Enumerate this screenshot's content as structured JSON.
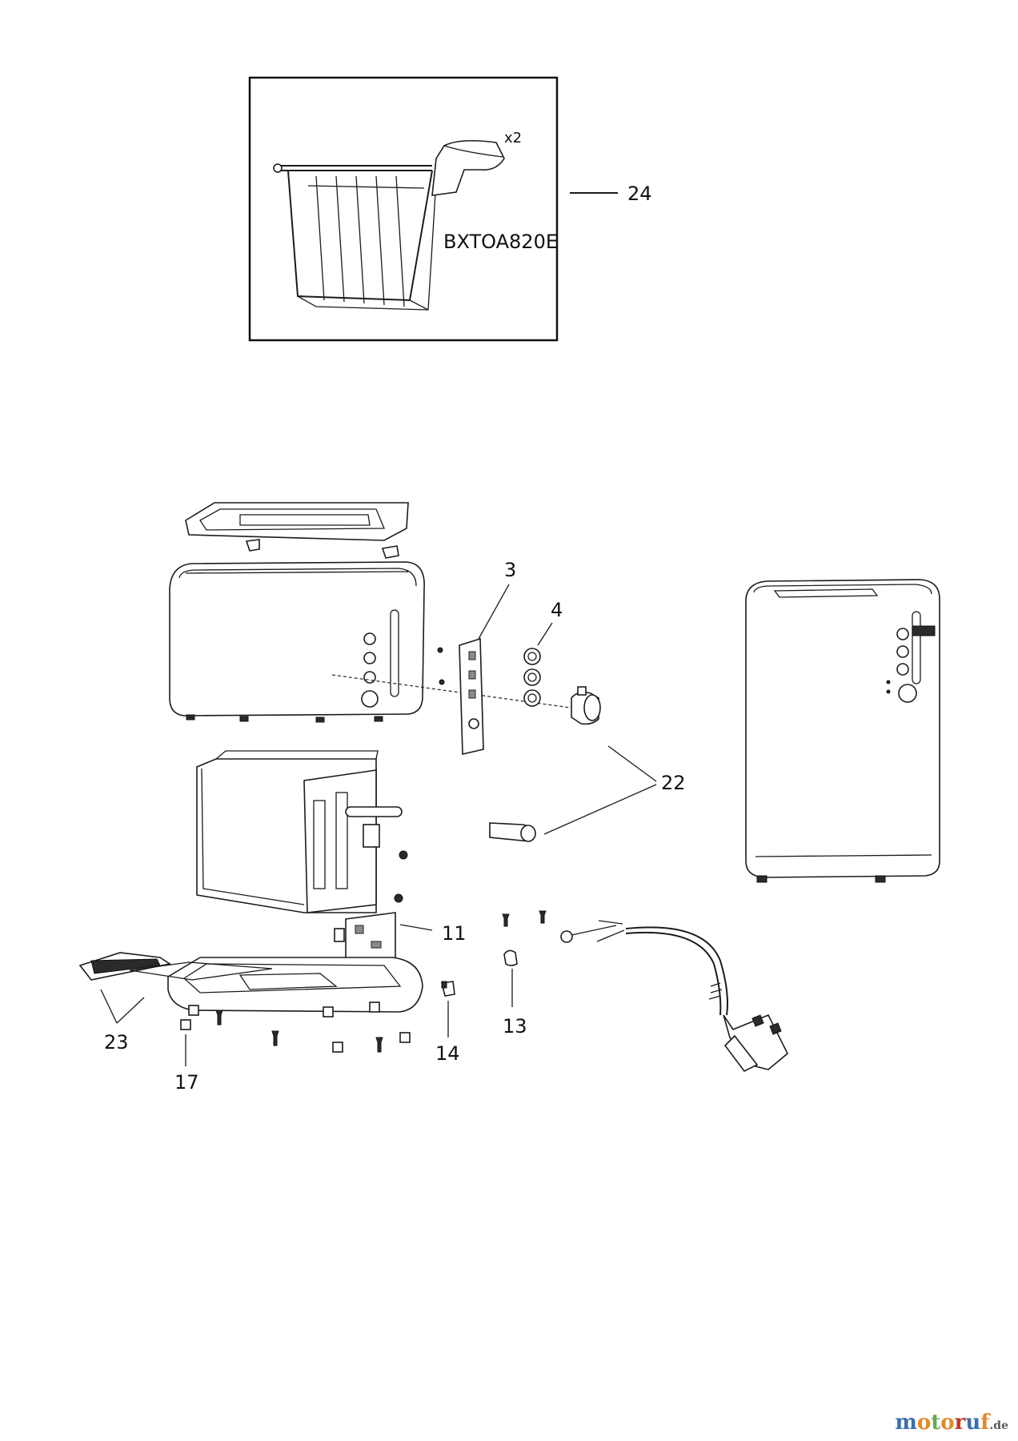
{
  "inset": {
    "qty": "x2",
    "model": "BXTOA820E"
  },
  "callouts": {
    "c24": "24",
    "c3": "3",
    "c4": "4",
    "c22": "22",
    "c11": "11",
    "c23": "23",
    "c13": "13",
    "c14": "14",
    "c17": "17"
  },
  "watermark": {
    "brand": [
      "m",
      "o",
      "t",
      "o",
      "r",
      "u",
      "f"
    ],
    "suffix": ".de"
  }
}
